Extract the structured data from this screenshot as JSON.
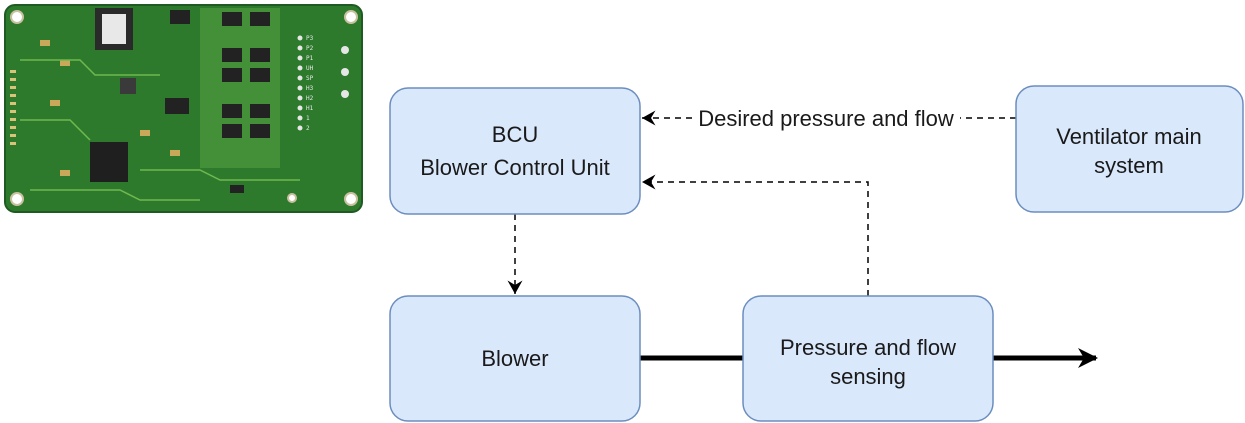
{
  "colors": {
    "box_fill": "#dae8fc",
    "box_stroke": "#6c8ebf",
    "line": "#000000",
    "pcb_green": "#2d7a2d",
    "pcb_dark": "#1f5a22"
  },
  "boxes": {
    "bcu": {
      "line1": "BCU",
      "line2": "Blower Control Unit"
    },
    "ventilator": {
      "line1": "Ventilator main",
      "line2": "system"
    },
    "blower": {
      "label": "Blower"
    },
    "sensing": {
      "line1": "Pressure and flow",
      "line2": "sensing"
    }
  },
  "edges": {
    "desired_label": "Desired pressure and flow"
  },
  "board": {
    "silkscreen": [
      "P3",
      "P2",
      "P1",
      "UH",
      "SP",
      "H3",
      "H2",
      "H1",
      "1",
      "2"
    ]
  }
}
